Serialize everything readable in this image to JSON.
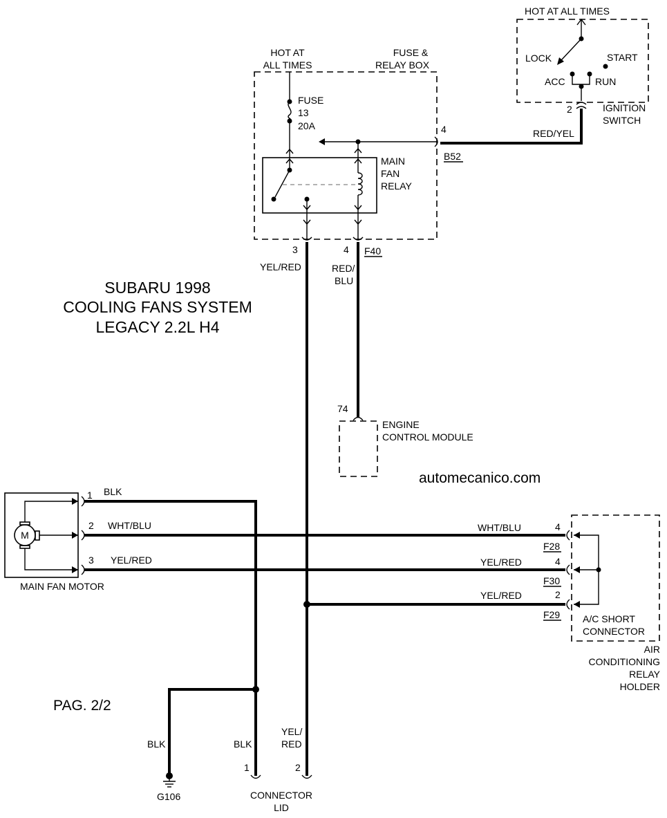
{
  "title": {
    "line1": "SUBARU 1998",
    "line2": "COOLING FANS SYSTEM",
    "line3": "LEGACY 2.2L H4"
  },
  "watermark": "automecanico.com",
  "page_label": "PAG. 2/2",
  "ignition_switch": {
    "hot_label": "HOT AT ALL TIMES",
    "lock": "LOCK",
    "start": "START",
    "acc": "ACC",
    "run": "RUN",
    "pin": "2",
    "name_line1": "IGNITION",
    "name_line2": "SWITCH"
  },
  "fuse_relay_box": {
    "hot_line1": "HOT AT",
    "hot_line2": "ALL TIMES",
    "name_line1": "FUSE &",
    "name_line2": "RELAY BOX",
    "fuse_line1": "FUSE",
    "fuse_line2": "13",
    "fuse_line3": "20A",
    "relay_line1": "MAIN",
    "relay_line2": "FAN",
    "relay_line3": "RELAY",
    "pin_b52": "4",
    "connector_b52": "B52",
    "wire_b52": "RED/YEL",
    "pin_left": "3",
    "pin_right": "4",
    "connector_f40": "F40"
  },
  "wires": {
    "yel_red_main": "YEL/RED",
    "red_blu_line1": "RED/",
    "red_blu_line2": "BLU"
  },
  "ecm": {
    "pin": "74",
    "name_line1": "ENGINE",
    "name_line2": "CONTROL MODULE"
  },
  "fan_motor": {
    "name": "MAIN FAN MOTOR",
    "symbol": "M",
    "pin1": "1",
    "wire1": "BLK",
    "pin2": "2",
    "wire2": "WHT/BLU",
    "pin3": "3",
    "wire3": "YEL/RED"
  },
  "ac_holder": {
    "wire_f28": "WHT/BLU",
    "pin_f28": "4",
    "connector_f28": "F28",
    "wire_f30": "YEL/RED",
    "pin_f30": "4",
    "connector_f30": "F30",
    "wire_f29": "YEL/RED",
    "pin_f29": "2",
    "connector_f29": "F29",
    "short_line1": "A/C SHORT",
    "short_line2": "CONNECTOR",
    "holder_line1": "AIR",
    "holder_line2": "CONDITIONING",
    "holder_line3": "RELAY",
    "holder_line4": "HOLDER"
  },
  "ground": {
    "wire": "BLK",
    "name": "G106"
  },
  "connector_lid": {
    "wire1": "BLK",
    "pin1": "1",
    "wire2_line1": "YEL/",
    "wire2_line2": "RED",
    "pin2": "2",
    "name_line1": "CONNECTOR",
    "name_line2": "LID"
  }
}
